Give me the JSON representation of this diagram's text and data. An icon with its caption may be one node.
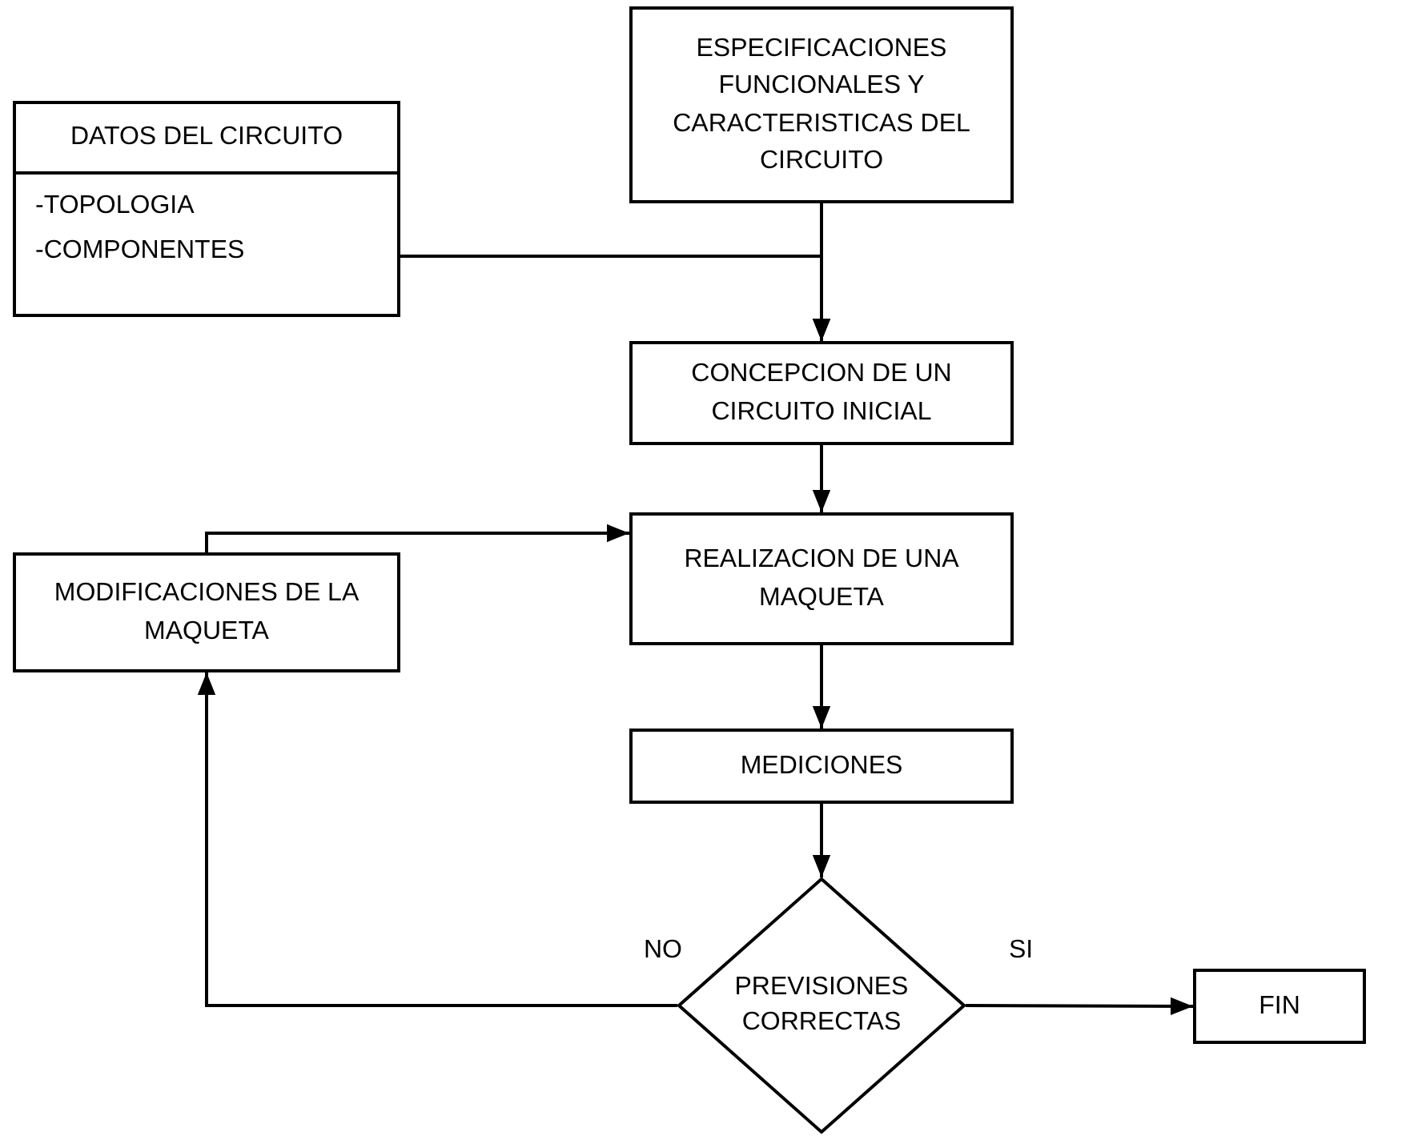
{
  "diagram": {
    "nodes": [
      {
        "text": [
          "ESPECIFICACIONES FUNCIONALES Y CARACTERISTICAS DEL CIRCUITO"
        ]
      },
      {
        "text": [
          "DATOS DEL CIRCUITO",
          "-TOPOLOGIA",
          "-COMPONENTES"
        ]
      },
      {
        "text": [
          "CONCEPCION DE UN CIRCUITO INICIAL"
        ]
      },
      {
        "text": [
          "REALIZACION DE UNA MAQUETA"
        ]
      },
      {
        "text": [
          "MODIFICACIONES DE LA MAQUETA"
        ]
      },
      {
        "text": [
          "MEDICIONES"
        ]
      },
      {
        "text": [
          "PREVISIONES CORRECTAS"
        ]
      },
      {
        "text": [
          "FIN"
        ]
      }
    ],
    "edges": [
      {
        "from": 0,
        "to": 2,
        "arrow": "to"
      },
      {
        "from": 1,
        "to": 2,
        "arrow": "to"
      },
      {
        "from": 2,
        "to": 3,
        "arrow": "to"
      },
      {
        "from": 3,
        "to": 5,
        "arrow": "to"
      },
      {
        "from": 5,
        "to": 6,
        "arrow": "to"
      },
      {
        "from": 6,
        "to": 7,
        "arrow": "to",
        "label": "SI"
      },
      {
        "from": 6,
        "to": 4,
        "arrow": "to",
        "label": "NO"
      },
      {
        "from": 4,
        "to": 3,
        "arrow": "to"
      }
    ]
  }
}
